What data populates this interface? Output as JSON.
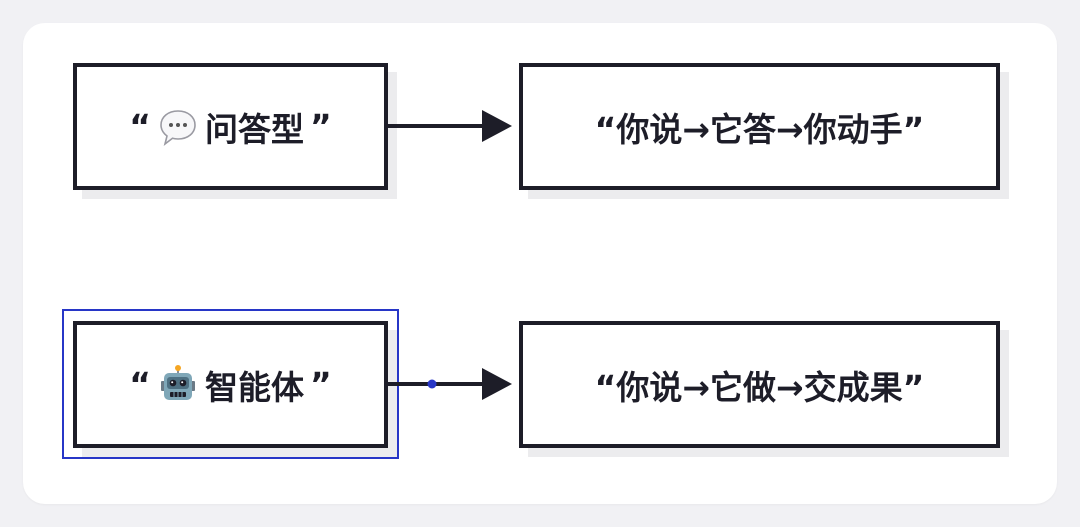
{
  "flows": [
    {
      "source": {
        "icon": "speech-bubble-icon",
        "text": "“💬 问答型”",
        "open_quote": "“",
        "label": "问答型",
        "close_quote": "”"
      },
      "target": {
        "text": "“你说→它答→你动手”"
      }
    },
    {
      "source": {
        "icon": "robot-face-icon",
        "text": "“🤖 智能体”",
        "open_quote": "“",
        "label": "智能体",
        "close_quote": "”",
        "selected": true
      },
      "target": {
        "text": "“你说→它做→交成果”"
      }
    }
  ],
  "colors": {
    "stroke": "#1d1d28",
    "selection": "#2736c7",
    "shadow": "#ececee",
    "card": "#ffffff",
    "background": "#f1f1f4"
  }
}
